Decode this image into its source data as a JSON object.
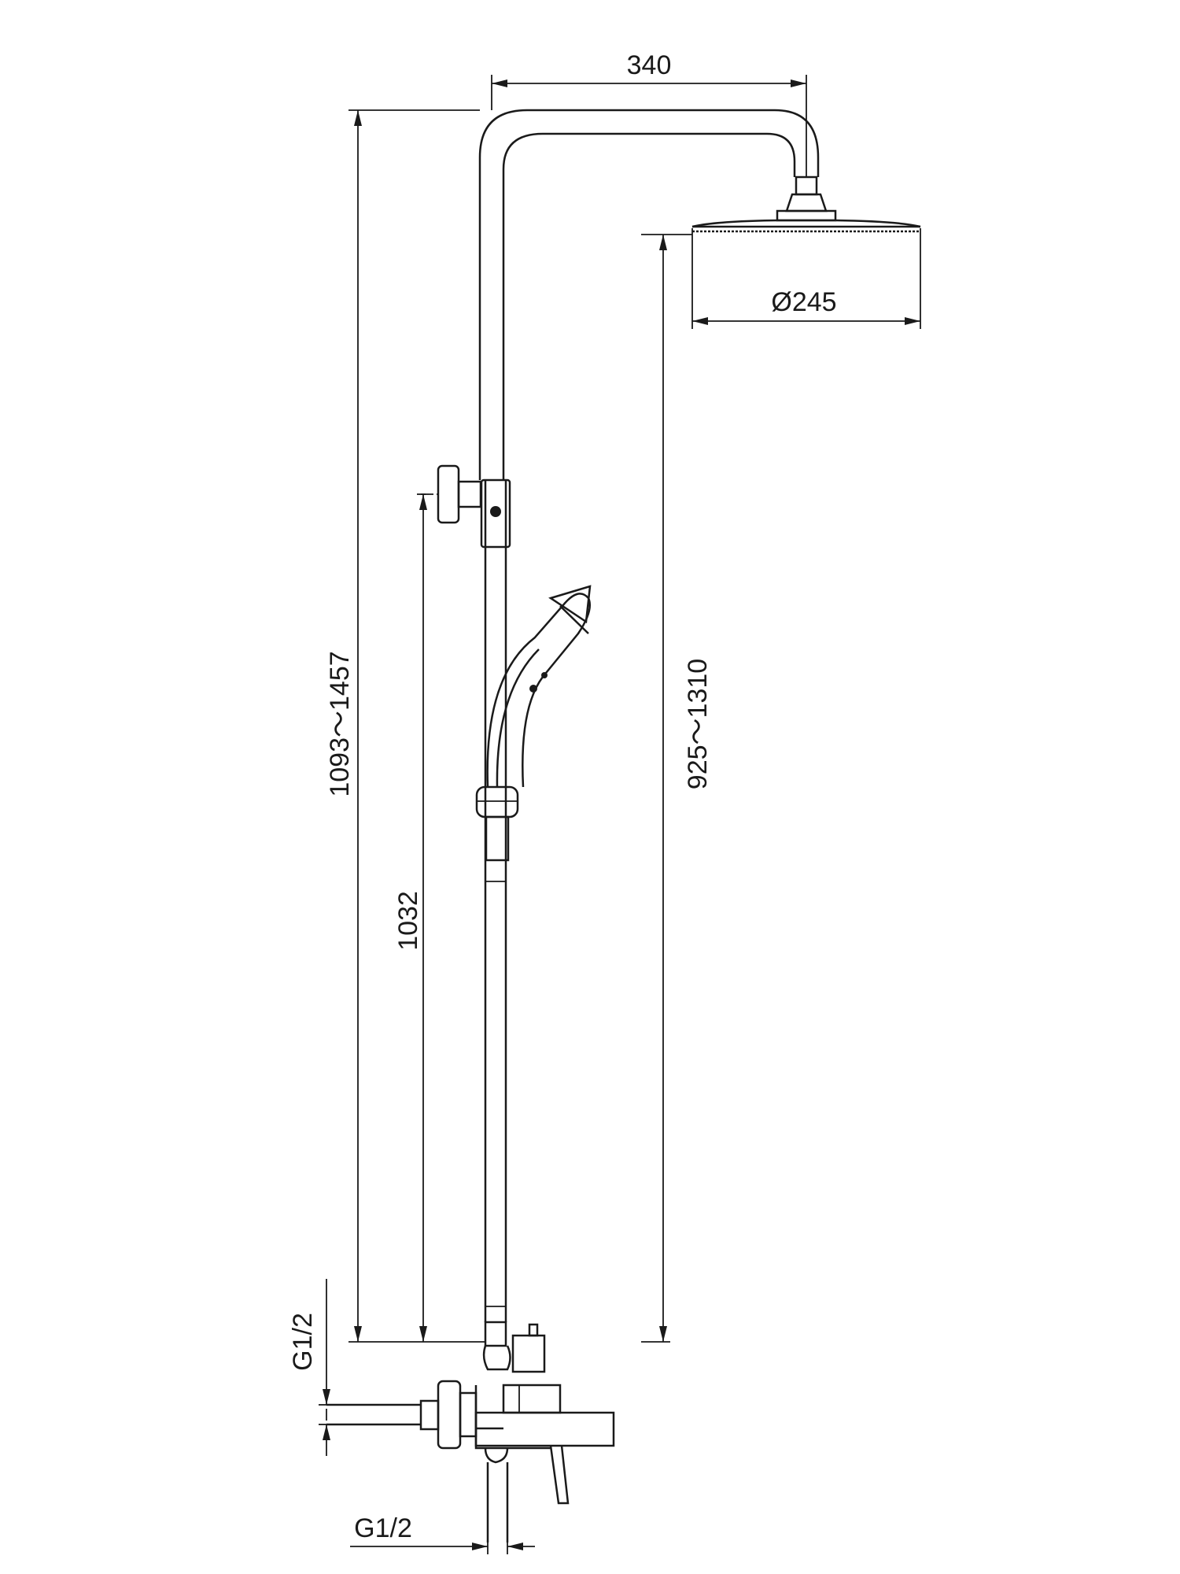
{
  "dimensions": {
    "arm_reach": "340",
    "head_diameter": "Ø245",
    "total_height": "1093～1457",
    "head_height": "925～1310",
    "bracket_height": "1032",
    "inlet_side": "G1/2",
    "inlet_bottom": "G1/2"
  },
  "colors": {
    "line": "#1a1a1a",
    "background": "#ffffff"
  }
}
